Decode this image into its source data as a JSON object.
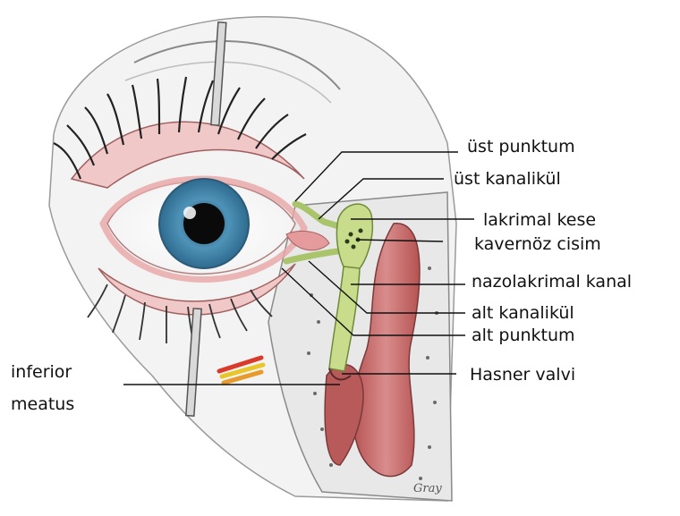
{
  "labels": {
    "ust_punktum": "üst punktum",
    "ust_kanalikul": "üst kanalikül",
    "lakrimal_kese": "lakrimal kese",
    "kavernoz_cisim": "kavernöz cisim",
    "nazolakrimal_kanal": "nazolakrimal kanal",
    "alt_kanalikul": "alt kanalikül",
    "alt_punktum": "alt punktum",
    "hasner_valvi": "Hasner valvi",
    "inferior_line1": "inferior",
    "inferior_line2": "meatus"
  },
  "signature": "Gray",
  "colors": {
    "iris": "#4f93b8",
    "sclera": "#ffffff",
    "conjunctiva": "#e9a5a5",
    "lacrimal_duct": "#c8dc8c",
    "mucosa": "#c96a6a",
    "bone": "#eeeeee",
    "leader_line": "#111111"
  }
}
